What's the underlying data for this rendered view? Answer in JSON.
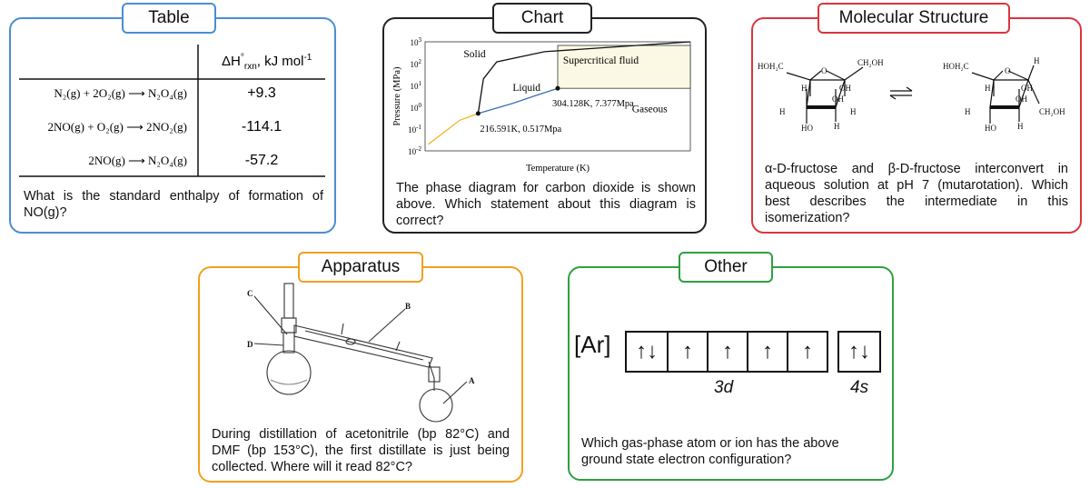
{
  "panels": {
    "table": {
      "title": "Table",
      "color": "#4a8fd0",
      "header_delta": "ΔH",
      "header_deg": "°",
      "header_sub": "rxn",
      "header_unit": ", kJ mol",
      "header_exp": "-1",
      "rows": [
        {
          "reactants": "N₂(g) + 2O₂(g)",
          "product": "N₂O₄(g)",
          "value": "+9.3"
        },
        {
          "reactants": "2NO(g) + O₂(g)",
          "product": "2NO₂(g)",
          "value": "-114.1"
        },
        {
          "reactants": "2NO(g)",
          "product": "N₂O₄(g)",
          "value": "-57.2"
        }
      ],
      "question": "What is the standard enthalpy of formation of NO(g)?"
    },
    "chart": {
      "title": "Chart",
      "color": "#222222",
      "question": "The phase diagram for carbon dioxide is shown above. Which statement about this diagram is correct?"
    },
    "molecule": {
      "title": "Molecular Structure",
      "color": "#d9363e",
      "labels": {
        "hoh2c": "HOH₂C",
        "ch2oh": "CH₂OH",
        "o": "O",
        "oh": "OH",
        "h": "H",
        "ho": "HO"
      },
      "question": "α-D-fructose and β-D-fructose interconvert in aqueous solution at pH 7 (mutarotation). Which best describes the intermediate in this isomerization?"
    },
    "apparatus": {
      "title": "Apparatus",
      "color": "#f0a020",
      "labels": {
        "a": "A",
        "b": "B",
        "c": "C",
        "d": "D"
      },
      "question": "During distillation of acetonitrile (bp 82°C) and DMF (bp 153°C), the first distillate is just being collected. Where will it read 82°C?"
    },
    "other": {
      "title": "Other",
      "color": "#2ea043",
      "core": "[Ar]",
      "orbital_3d": [
        "↑↓",
        "↑",
        "↑",
        "↑",
        "↑"
      ],
      "orbital_4s": [
        "↑↓"
      ],
      "label_3d": "3d",
      "label_4s": "4s",
      "question": "Which gas-phase atom or ion has the above ground state electron configuration?"
    }
  },
  "chart_data": {
    "type": "line",
    "title": "",
    "xlabel": "Temperature (K)",
    "ylabel": "Pressure (MPa)",
    "y_scale": "log",
    "ylim": [
      0.01,
      1000
    ],
    "y_ticks": [
      "10",
      "10",
      "10",
      "10",
      "10",
      "10"
    ],
    "y_tick_exps": [
      "3",
      "2",
      "1",
      "0",
      "-1",
      "-2"
    ],
    "y_tick_values": [
      1000,
      100,
      10,
      1,
      0.1,
      0.01
    ],
    "regions": [
      "Solid",
      "Liquid",
      "Supercritical fluid",
      "Gaseous"
    ],
    "series": [
      {
        "name": "",
        "color": "#f2b629",
        "points": [
          [
            0.012,
            0.02
          ],
          [
            0.13,
            0.25
          ],
          [
            0.2,
            0.517
          ]
        ]
      },
      {
        "name": "",
        "color": "#3a6fb0",
        "points": [
          [
            0.2,
            0.517
          ],
          [
            0.33,
            1.5
          ],
          [
            0.42,
            3.5
          ],
          [
            0.5,
            7.377
          ]
        ]
      },
      {
        "name": "",
        "color": "#111111",
        "points": [
          [
            0.2,
            0.517
          ],
          [
            0.22,
            20
          ],
          [
            0.27,
            120
          ],
          [
            0.45,
            350
          ],
          [
            1.0,
            1000
          ]
        ]
      }
    ],
    "annotations": [
      {
        "text": "216.591K, 0.517Mpa",
        "x": 0.2,
        "y": 0.517
      },
      {
        "text": "304.128K, 7.377Mpa",
        "x": 0.5,
        "y": 7.377
      }
    ]
  }
}
